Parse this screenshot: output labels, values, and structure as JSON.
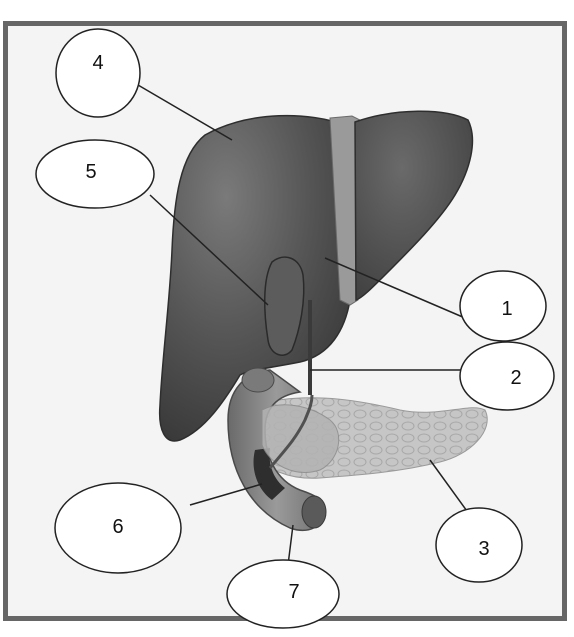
{
  "labels": [
    {
      "id": "1",
      "text": "1"
    },
    {
      "id": "2",
      "text": "2"
    },
    {
      "id": "3",
      "text": "3"
    },
    {
      "id": "4",
      "text": "4"
    },
    {
      "id": "5",
      "text": "5"
    },
    {
      "id": "6",
      "text": "6"
    },
    {
      "id": "7",
      "text": "7"
    }
  ],
  "colors": {
    "frame": "#666666",
    "liver": "#4a4a4a",
    "liver_highlight": "#6e6e6e",
    "pancreas": "#bdbdbd",
    "duodenum": "#8a8a8a",
    "callout_fill": "#ffffff",
    "callout_stroke": "#222222"
  }
}
